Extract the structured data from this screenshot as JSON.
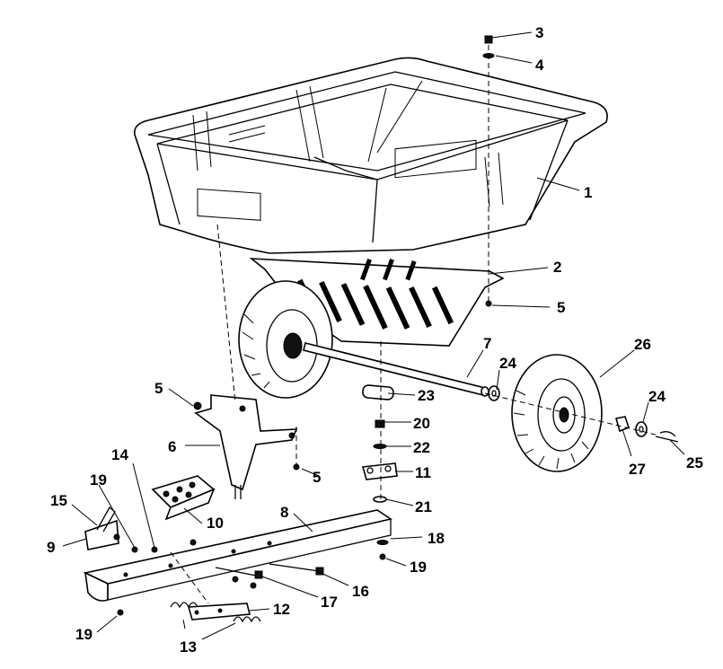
{
  "callouts": [
    "1",
    "2",
    "3",
    "4",
    "5",
    "5",
    "5",
    "6",
    "7",
    "8",
    "9",
    "10",
    "11",
    "12",
    "13",
    "14",
    "15",
    "16",
    "17",
    "18",
    "19",
    "19",
    "19",
    "20",
    "21",
    "22",
    "23",
    "24",
    "24",
    "25",
    "26",
    "27"
  ],
  "colors": {
    "ink": "#000000",
    "paper": "#ffffff"
  }
}
